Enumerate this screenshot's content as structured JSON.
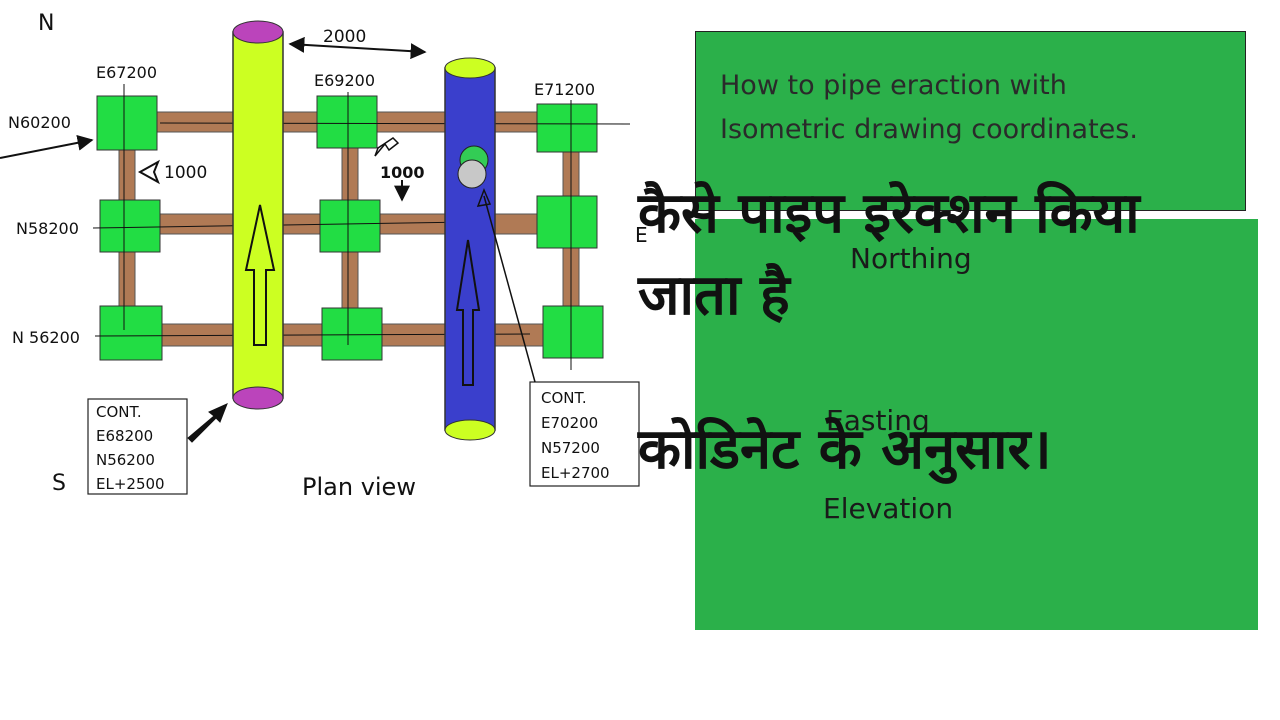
{
  "diagram": {
    "north_label": "N",
    "south_label": "S",
    "east_label": "E",
    "dimension_top": "2000",
    "dimension_left": "1000",
    "dimension_mid": "1000",
    "easting_labels": [
      "E67200",
      "E69200",
      "E71200"
    ],
    "northing_labels": [
      "N60200",
      "N58200",
      "N 56200"
    ],
    "callout_left": [
      "CONT.",
      "E68200",
      "N56200",
      "EL+2500"
    ],
    "callout_right": [
      "CONT.",
      "E70200",
      "N57200",
      "EL+2700"
    ],
    "caption": "Plan view"
  },
  "panel": {
    "subtitle_line1": "How to pipe eraction with",
    "subtitle_line2": "Isometric drawing coordinates.",
    "hindi_line1": "कैसे पाइप इरेक्शन किया",
    "hindi_line2": "जाता है",
    "hindi_line3": "कोडिनेट के अनुसार।",
    "label_northing": "Northing",
    "label_easting": "Easting",
    "label_elevation": "Elevation"
  },
  "colors": {
    "panel_green": "#2bb04a",
    "support_green": "#22dd44",
    "beam_brown": "#b07a55",
    "pipe_yellow": "#ccff22",
    "pipe_blue": "#3a3fcc",
    "cap_purple": "#bb44bb"
  }
}
